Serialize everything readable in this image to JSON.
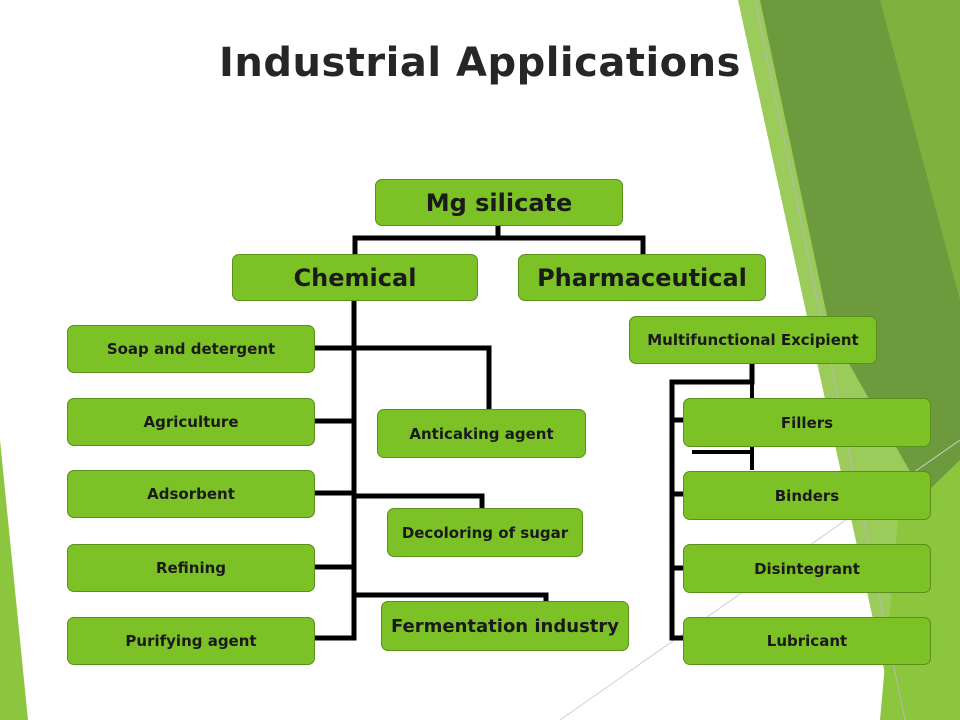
{
  "title": "Industrial Applications",
  "root": "Mg silicate",
  "branches": {
    "chemical": "Chemical",
    "pharmaceutical": "Pharmaceutical"
  },
  "chemical_items": [
    "Soap and detergent",
    "Agriculture",
    "Adsorbent",
    "Refining",
    "Purifying agent"
  ],
  "chemical_middle": [
    "Anticaking agent",
    "Decoloring of sugar",
    "Fermentation industry"
  ],
  "pharma_group": "Multifunctional Excipient",
  "pharma_items": [
    "Fillers",
    "Binders",
    "Disintegrant",
    "Lubricant"
  ],
  "colors": {
    "box_fill": "#7cc226",
    "connector": "#000000",
    "title": "#262626",
    "accent_dark": "#6ea03a",
    "accent_light": "#8cc63e"
  }
}
